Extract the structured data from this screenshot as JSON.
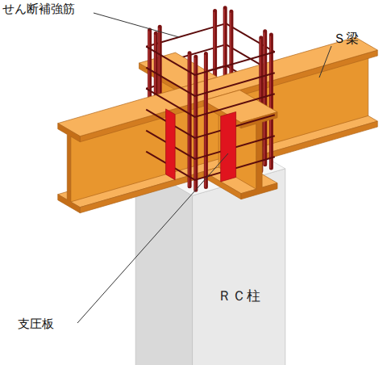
{
  "diagram": {
    "nodes": [
      {
        "text": [
          "ＲＣ柱"
        ]
      }
    ],
    "labels": [
      "せん断補強筋",
      "Ｓ梁",
      "支圧板"
    ]
  }
}
